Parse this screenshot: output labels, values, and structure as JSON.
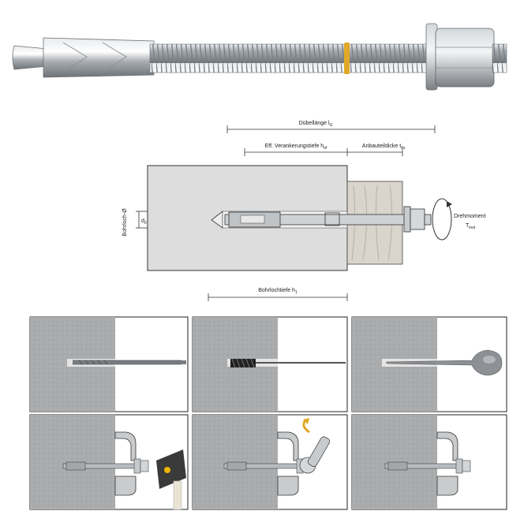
{
  "labels": {
    "duebellaenge": "Dübellänge l",
    "duebellaenge_sub": "G",
    "verankerungstiefe": "Eff. Verankerungstiefe h",
    "verankerungstiefe_sub": "ef",
    "anbauteildicke": "Anbauteildicke t",
    "anbauteildicke_sub": "fix",
    "bohrloch": "Bohrloch-Ø",
    "bohrloch_symbol": "d",
    "bohrloch_sub": "0",
    "drehmoment": "Drehmoment",
    "drehmoment_symbol": "T",
    "drehmoment_sub": "inst",
    "bohrlochtiefe": "Bohrlochtiefe h",
    "bohrlochtiefe_sub": "1"
  },
  "steps": [
    {
      "id": 1,
      "tool": "drill"
    },
    {
      "id": 2,
      "tool": "brush"
    },
    {
      "id": 3,
      "tool": "blow-pump"
    },
    {
      "id": 4,
      "tool": "hammer"
    },
    {
      "id": 5,
      "tool": "torque-wrench"
    },
    {
      "id": 6,
      "tool": "installed-anchor"
    }
  ],
  "colors": {
    "concrete": "#a9abad",
    "concrete_light": "#dddddd",
    "wood": "#d9d5cc",
    "steel": "#b8bcc0",
    "yellow_ring": "#e0a826",
    "hammer_yellow": "#f0b400"
  }
}
